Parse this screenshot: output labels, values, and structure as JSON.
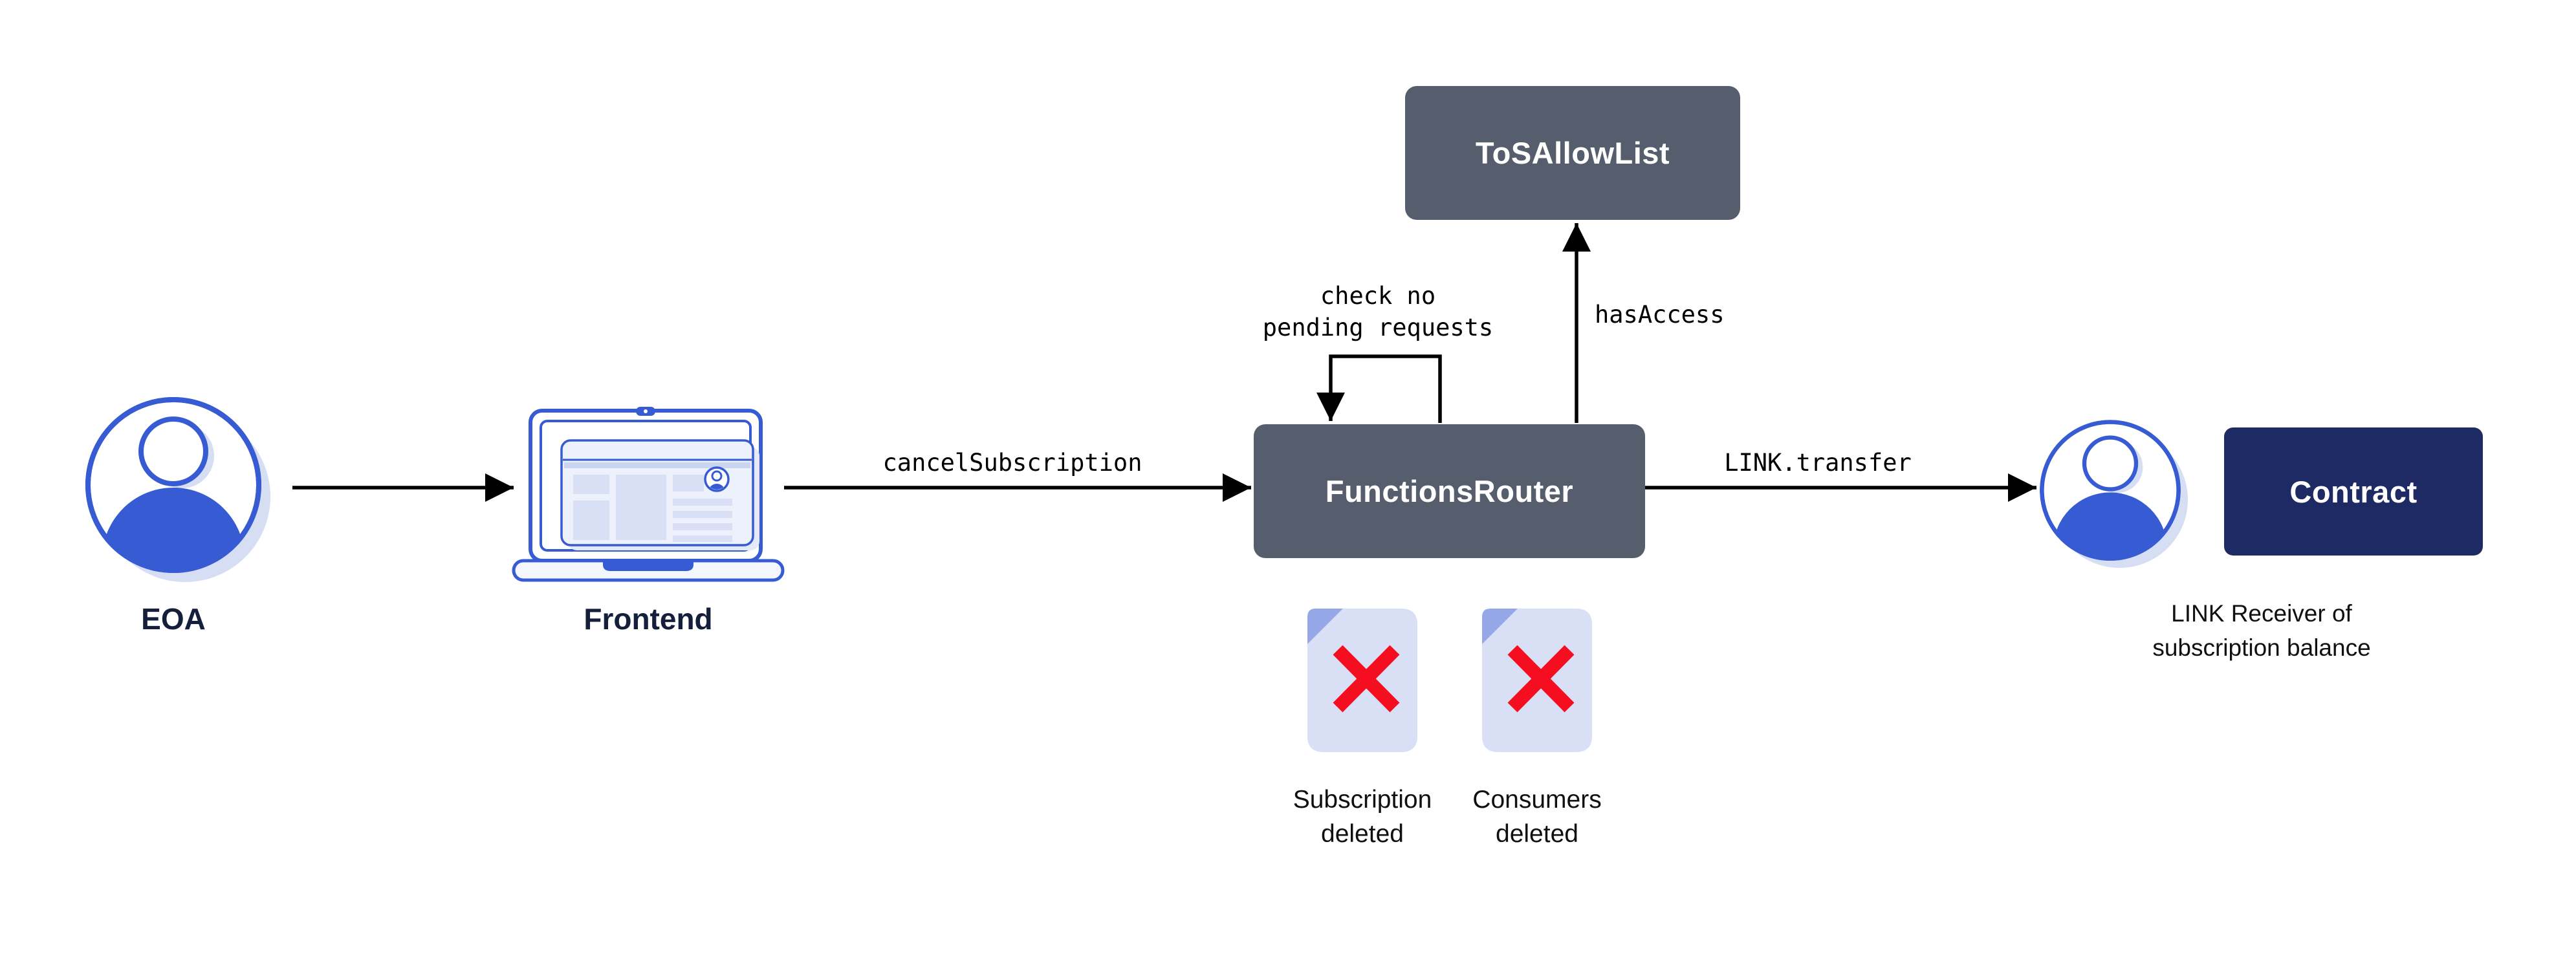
{
  "diagram": {
    "nodes": {
      "eoa": {
        "label": "EOA",
        "icon": "user-avatar-icon"
      },
      "frontend": {
        "label": "Frontend",
        "icon": "laptop-icon"
      },
      "functions_router": {
        "label": "FunctionsRouter"
      },
      "tos_allow_list": {
        "label": "ToSAllowList"
      },
      "link_receiver": {
        "icon": "user-avatar-icon",
        "caption": "LINK Receiver of\nsubscription balance"
      },
      "contract": {
        "label": "Contract"
      }
    },
    "edges": {
      "frontend_to_router": {
        "label": "cancelSubscription"
      },
      "router_self_check": {
        "label": "check no\npending requests"
      },
      "router_to_tos": {
        "label": "hasAccess"
      },
      "router_to_receiver": {
        "label": "LINK.transfer"
      }
    },
    "results": {
      "subscription_deleted": {
        "label": "Subscription\ndeleted",
        "icon": "document-deleted-icon"
      },
      "consumers_deleted": {
        "label": "Consumers\ndeleted",
        "icon": "document-deleted-icon"
      }
    },
    "colors": {
      "node_slate": "#565D6C",
      "contract_navy": "#1E2A64",
      "brand_blue": "#375BD2",
      "icon_shadow": "#D6DEF4",
      "document_fill": "#D9DFF4",
      "document_fold": "#96A7E8",
      "delete_red": "#F40E20",
      "label_navy": "#151E3A",
      "arrow_black": "#000000"
    }
  }
}
